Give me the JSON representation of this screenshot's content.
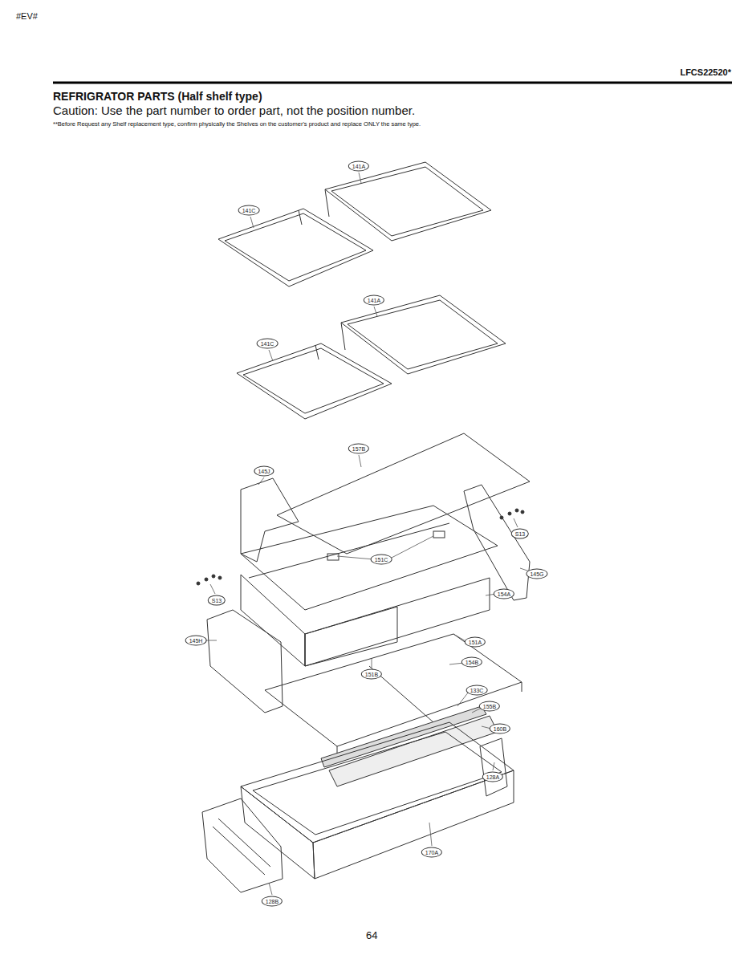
{
  "diagram": {
    "title": "REFRIGRATOR PARTS (Half shelf type)",
    "labels": [
      "#EV#",
      "LFCS22520*",
      "Caution: Use the part number to order part, not the position number.",
      "**Before Request any Shelf replacement type, confirm physically the Shelves on the customer's product and replace ONLY the same type.",
      "141A",
      "141C",
      "141A",
      "141C",
      "157B",
      "145J",
      "S13",
      "151C",
      "145G",
      "S13",
      "154A",
      "145H",
      "151A",
      "154B",
      "151B",
      "133C",
      "155B",
      "160B",
      "128A",
      "170A",
      "128B",
      "64"
    ]
  }
}
